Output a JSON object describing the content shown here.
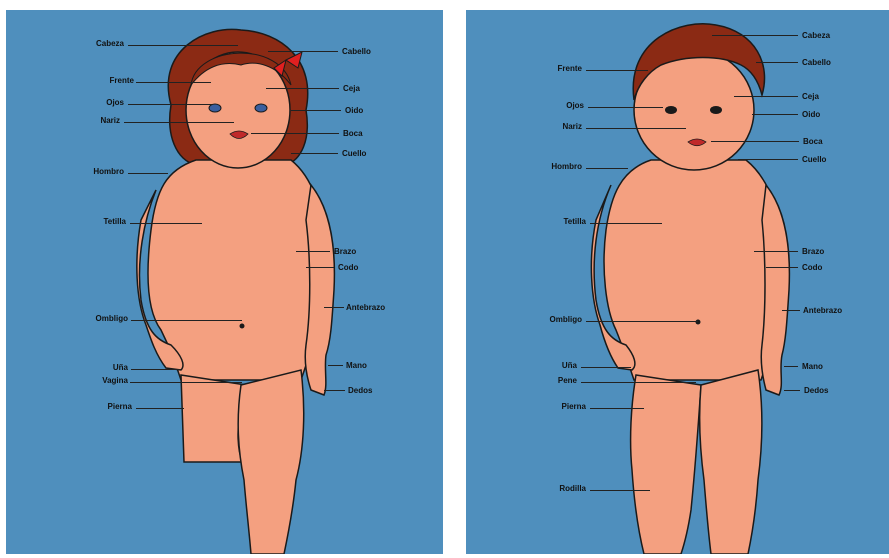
{
  "colors": {
    "background": "#4f8fbd",
    "skin": "#f4a080",
    "hair": "#8b2a14",
    "outline": "#1a1a1a",
    "bow": "#e02020"
  },
  "girl": {
    "labels": {
      "cabeza": "Cabeza",
      "cabello": "Cabello",
      "frente": "Frente",
      "ceja": "Ceja",
      "ojos": "Ojos",
      "oido": "Oido",
      "nariz": "Nariz",
      "boca": "Boca",
      "cuello": "Cuello",
      "hombro": "Hombro",
      "tetilla": "Tetilla",
      "brazo": "Brazo",
      "codo": "Codo",
      "antebrazo": "Antebrazo",
      "ombligo": "Ombligo",
      "una": "Uña",
      "mano": "Mano",
      "vagina": "Vagina",
      "dedos": "Dedos",
      "pierna": "Pierna"
    }
  },
  "boy": {
    "labels": {
      "cabeza": "Cabeza",
      "cabello": "Cabello",
      "frente": "Frente",
      "ceja": "Ceja",
      "ojos": "Ojos",
      "oido": "Oido",
      "nariz": "Nariz",
      "boca": "Boca",
      "cuello": "Cuello",
      "hombro": "Hombro",
      "tetilla": "Tetilla",
      "brazo": "Brazo",
      "codo": "Codo",
      "antebrazo": "Antebrazo",
      "ombligo": "Ombligo",
      "una": "Uña",
      "mano": "Mano",
      "pene": "Pene",
      "dedos": "Dedos",
      "pierna": "Pierna",
      "rodilla": "Rodilla"
    }
  }
}
